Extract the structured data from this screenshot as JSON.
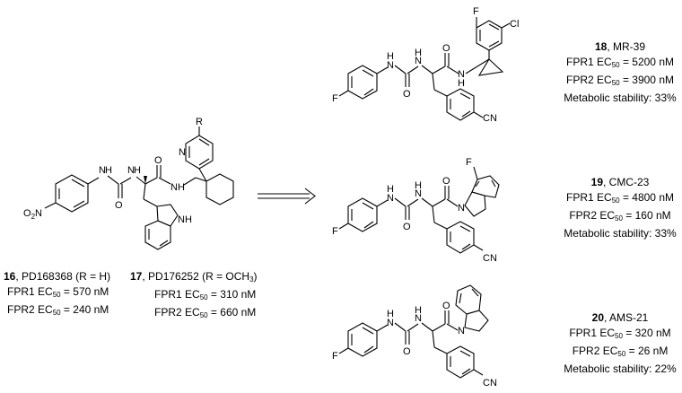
{
  "left_compounds": {
    "c16": {
      "number": "16",
      "name": ", PD168368 (R = H)",
      "fpr1_label": "FPR1 EC",
      "fpr1_value": " = 570 nM",
      "fpr2_label": "FPR2 EC",
      "fpr2_value": " = 240 nM"
    },
    "c17": {
      "number": "17",
      "name": ", PD176252 (R = OCH",
      "name_sub": "3",
      "name_end": ")",
      "fpr1_label": "FPR1 EC",
      "fpr1_value": " = 310 nM",
      "fpr2_label": "FPR2 EC",
      "fpr2_value": " = 660 nM"
    }
  },
  "right_compounds": [
    {
      "number": "18",
      "name": ", MR-39",
      "fpr1_label": "FPR1 EC",
      "fpr1_value": " = 5200 nM",
      "fpr2_label": "FPR2 EC",
      "fpr2_value": " = 3900 nM",
      "stability": "Metabolic stability: 33%"
    },
    {
      "number": "19",
      "name": ", CMC-23",
      "fpr1_label": "FPR1 EC",
      "fpr1_value": " = 4800 nM",
      "fpr2_label": "FPR2 EC",
      "fpr2_value": " = 160 nM",
      "stability": "Metabolic stability: 33%"
    },
    {
      "number": "20",
      "name": ", AMS-21",
      "fpr1_label": "FPR1 EC",
      "fpr1_value": " = 320 nM",
      "fpr2_label": "FPR2 EC",
      "fpr2_value": " = 26 nM",
      "stability": "Metabolic stability: 22%"
    }
  ],
  "ec_sub": "50",
  "atoms": {
    "R": "R",
    "N": "N",
    "H": "H",
    "O": "O",
    "NH": "NH",
    "HN": "HN",
    "F": "F",
    "Cl": "Cl",
    "CN": "CN",
    "O2N_a": "O",
    "O2N_b": "2",
    "O2N_c": "N"
  }
}
